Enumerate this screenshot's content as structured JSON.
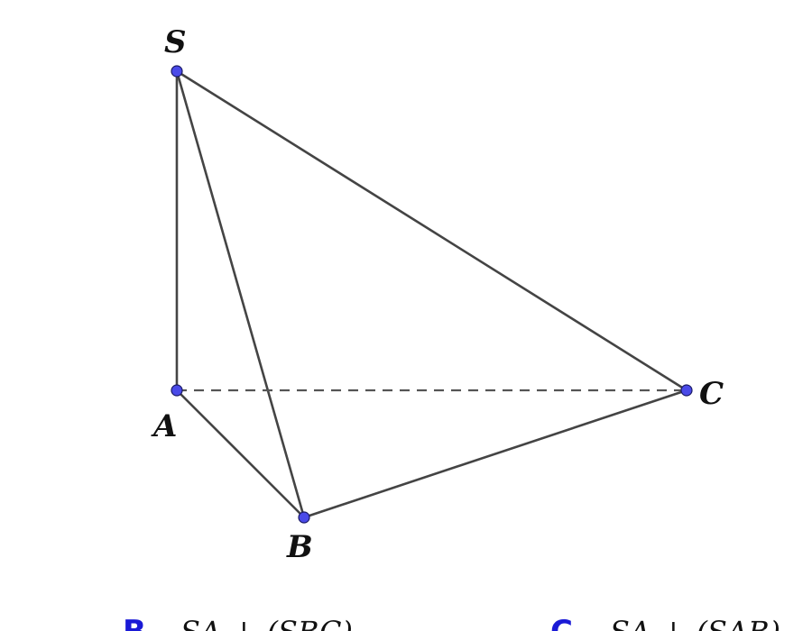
{
  "diagram": {
    "vertices": [
      {
        "id": "S",
        "label": "S"
      },
      {
        "id": "A",
        "label": "A"
      },
      {
        "id": "B",
        "label": "B"
      },
      {
        "id": "C",
        "label": "C"
      }
    ],
    "edges": [
      {
        "from": "S",
        "to": "A",
        "style": "solid"
      },
      {
        "from": "S",
        "to": "B",
        "style": "solid"
      },
      {
        "from": "S",
        "to": "C",
        "style": "solid"
      },
      {
        "from": "A",
        "to": "B",
        "style": "solid"
      },
      {
        "from": "B",
        "to": "C",
        "style": "solid"
      },
      {
        "from": "A",
        "to": "C",
        "style": "dashed"
      }
    ],
    "colors": {
      "edge": "#444444",
      "vertex": "#4a4ae8",
      "option_letter": "#1a1ad6"
    }
  },
  "options": [
    {
      "letter": "B.",
      "text": "SA ⊥ (SBC)"
    },
    {
      "letter": "C.",
      "text": "SA ⊥ (SAB)"
    }
  ]
}
